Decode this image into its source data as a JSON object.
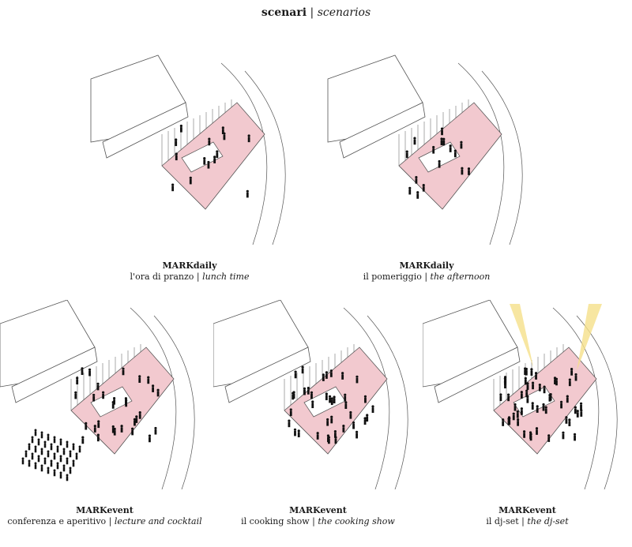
{
  "title": {
    "main": "scenari",
    "separator": "|",
    "translation": "scenarios"
  },
  "panels": [
    {
      "name": "MARKdaily",
      "it": "l'ora di pranzo",
      "en": "lunch time"
    },
    {
      "name": "MARKdaily",
      "it": "il pomeriggio",
      "en": "the afternoon"
    },
    {
      "name": "MARKevent",
      "it": "conferenza e aperitivo",
      "en": "lecture and cocktail"
    },
    {
      "name": "MARKevent",
      "it": "il cooking show",
      "en": "the cooking show"
    },
    {
      "name": "MARKevent",
      "it": "il dj-set",
      "en": "the dj-set"
    }
  ],
  "colors": {
    "pink": "#f2c9cf",
    "line": "#555555",
    "people": "#111111",
    "light": "#f5e08a"
  }
}
